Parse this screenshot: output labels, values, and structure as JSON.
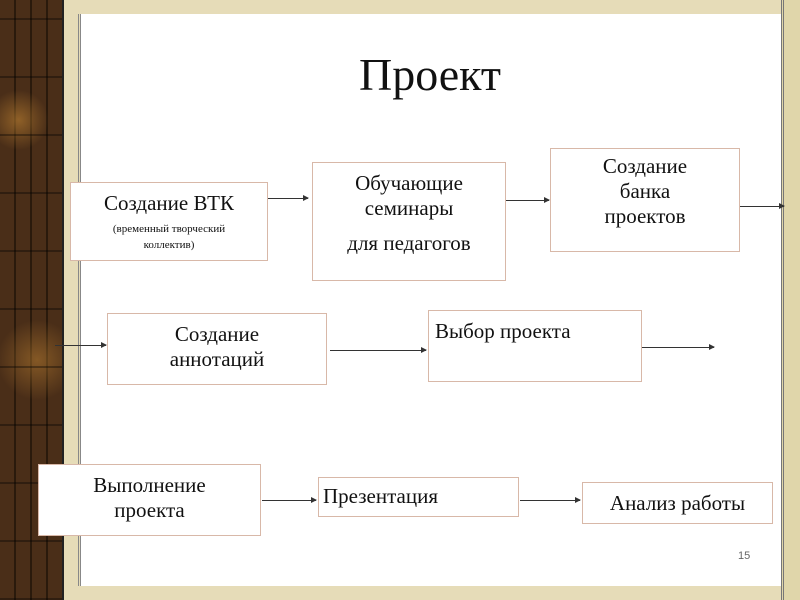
{
  "title": "Проект",
  "page_number": "15",
  "boxes": {
    "vtk": {
      "label": "Создание ВТК",
      "note": "(временный творческий коллектив)"
    },
    "seminars": {
      "line1": "Обучающие семинары",
      "line2": "для педагогов"
    },
    "bank": {
      "label": "Создание банка проектов"
    },
    "annotations": {
      "label": "Создание аннотаций"
    },
    "choice": {
      "label": "Выбор проекта"
    },
    "execution": {
      "label": "Выполнение проекта"
    },
    "presentation": {
      "label": "Презентация"
    },
    "analysis": {
      "label": "Анализ работы"
    }
  }
}
